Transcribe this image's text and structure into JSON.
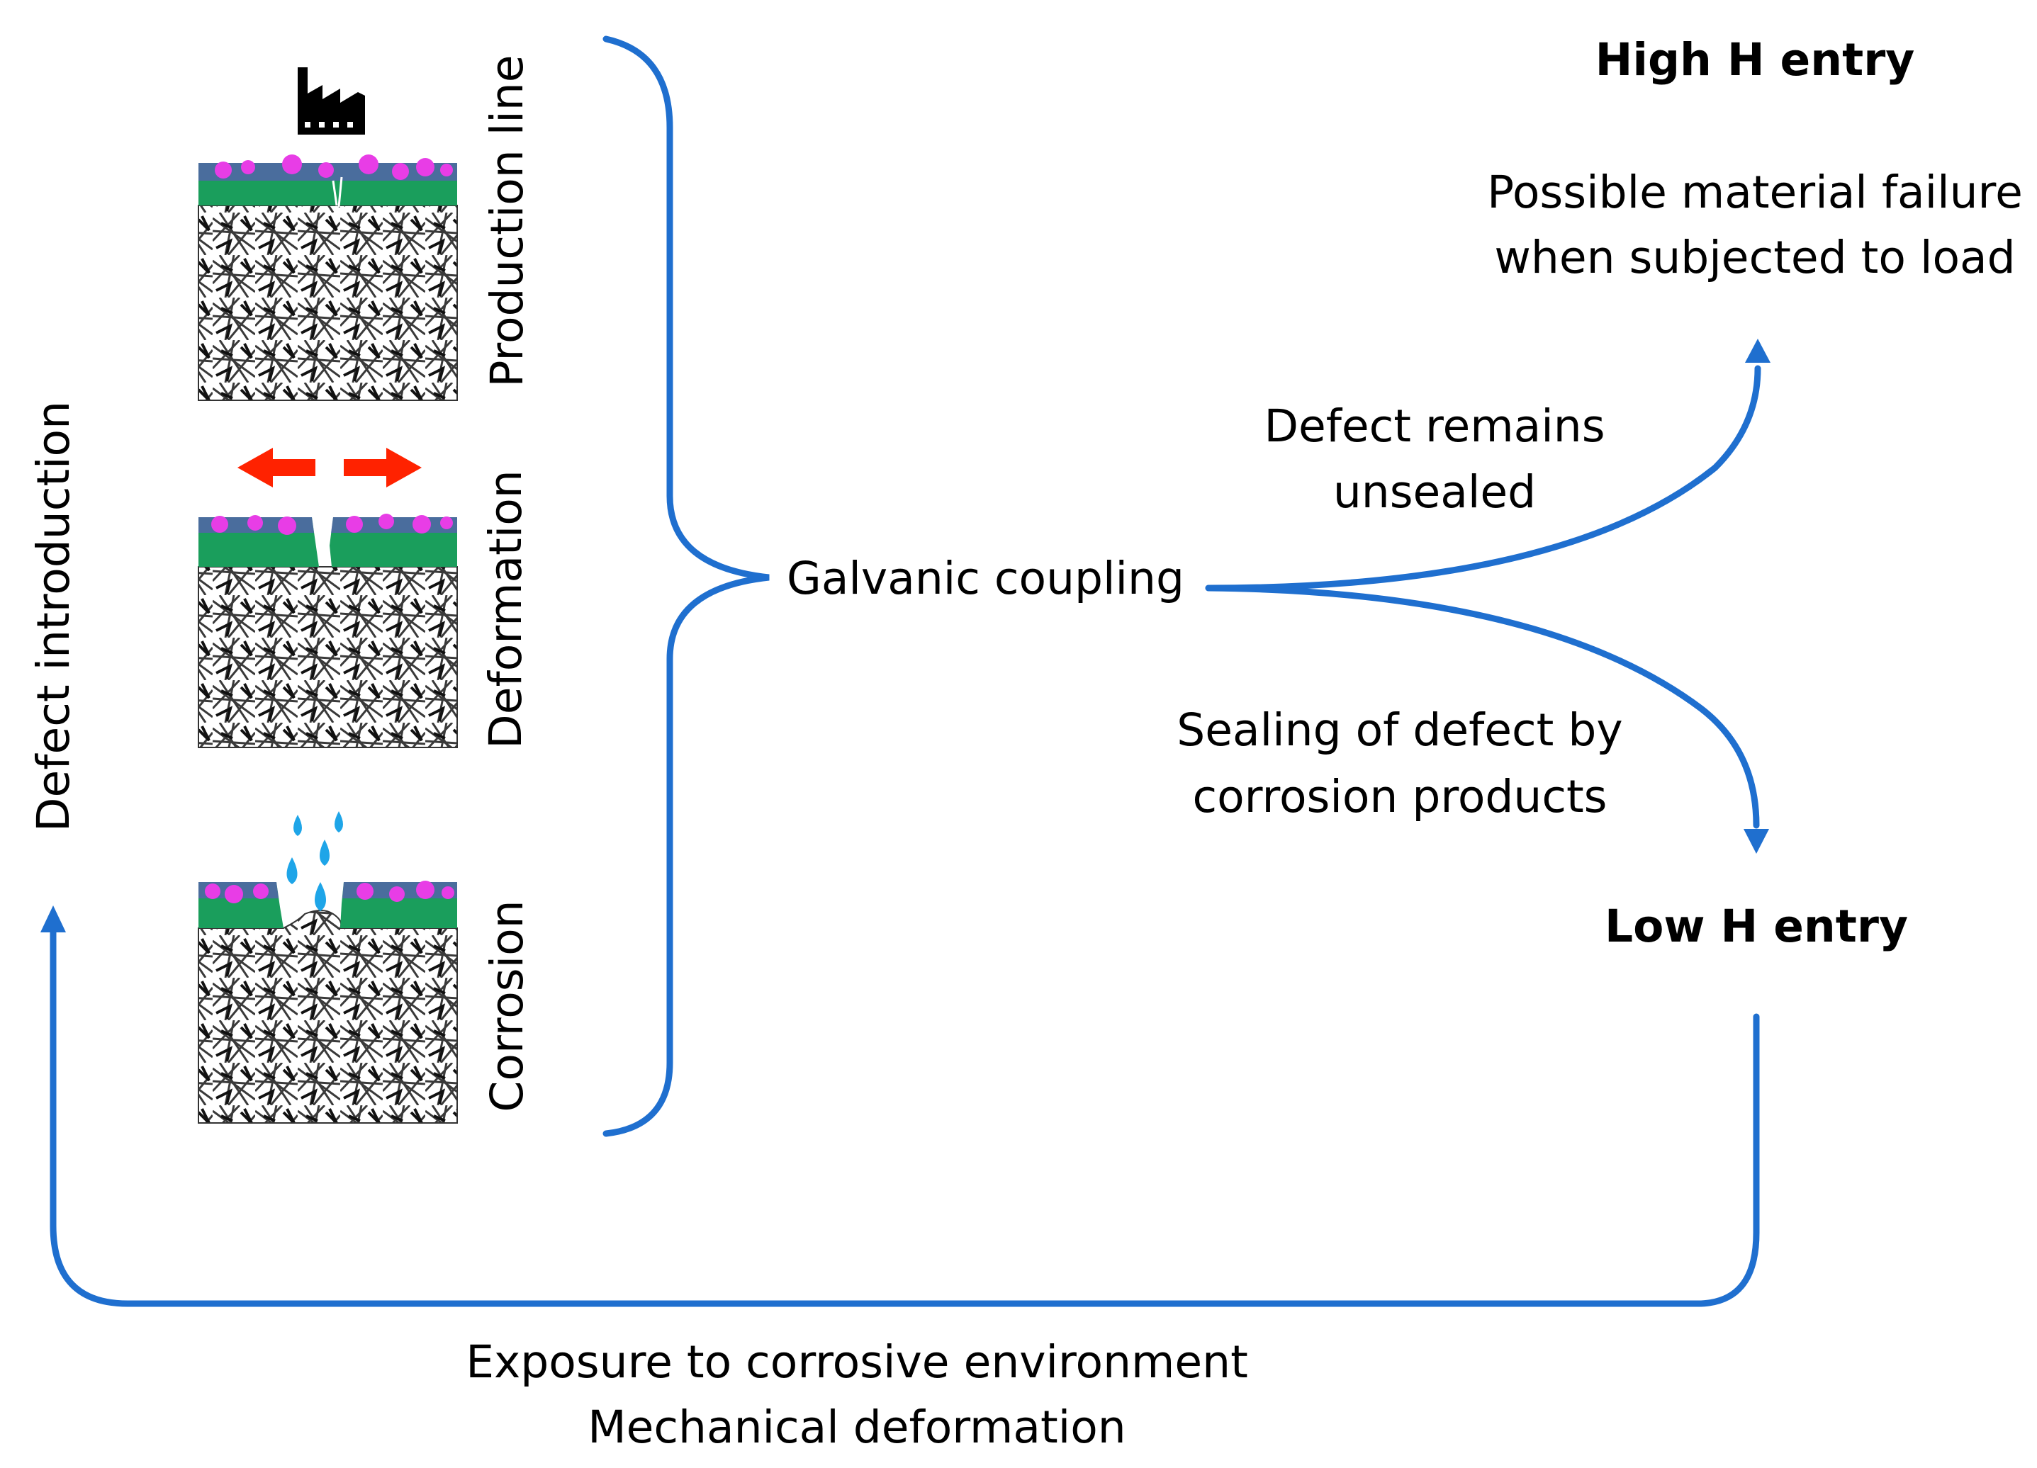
{
  "labels": {
    "defect_introduction": "Defect introduction",
    "production_line": "Production line",
    "deformation": "Deformation",
    "corrosion": "Corrosion",
    "galvanic_coupling": "Galvanic coupling",
    "high_h_entry": "High H entry",
    "possible_failure_line1": "Possible material failure",
    "possible_failure_line2": "when subjected to load",
    "defect_unsealed_line1": "Defect remains",
    "defect_unsealed_line2": "unsealed",
    "sealing_line1": "Sealing of defect by",
    "sealing_line2": "corrosion products",
    "low_h_entry": "Low H entry",
    "exposure_line1": "Exposure to corrosive environment",
    "exposure_line2": "Mechanical deformation"
  },
  "icons": {
    "factory": "factory-icon",
    "arrows": "double-arrow-icon",
    "droplets": "water-droplets-icon"
  },
  "colors": {
    "arrow": "#1f6fcf",
    "coating": "#1a9e5c",
    "particles": "#e83de6",
    "deformation_arrow": "#ff2200",
    "droplet": "#1ea5e8",
    "text": "#000000"
  }
}
